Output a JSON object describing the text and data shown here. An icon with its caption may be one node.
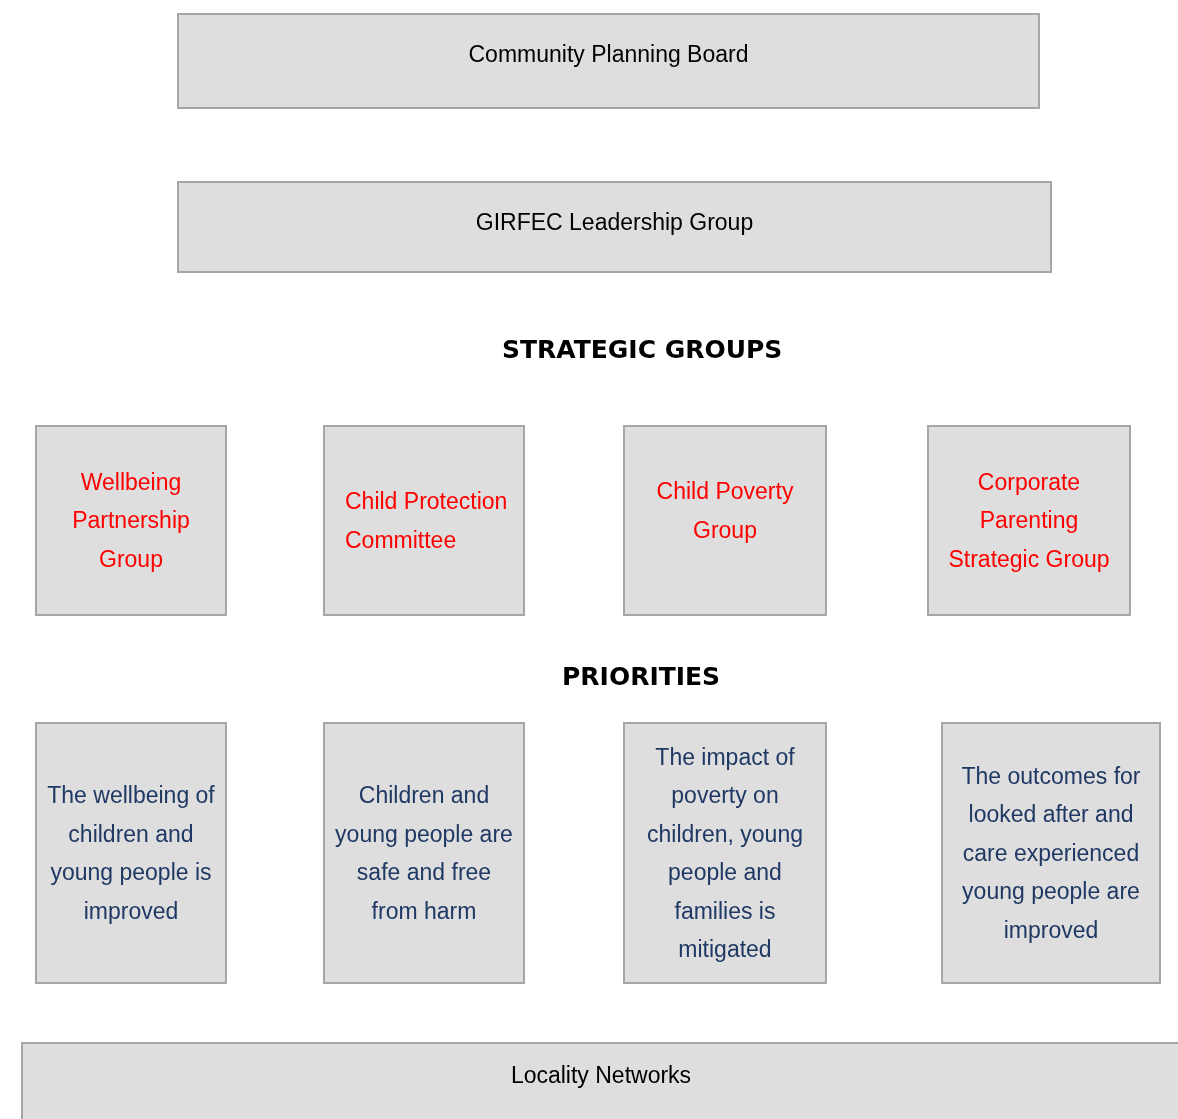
{
  "diagram": {
    "nodes": [
      {
        "text": [
          "Community Planning Board"
        ]
      },
      {
        "text": [
          "GIRFEC Leadership Group"
        ]
      },
      {
        "text": [
          "Wellbeing Partnership Group"
        ]
      },
      {
        "text": [
          "Child Protection Committee"
        ]
      },
      {
        "text": [
          "Child Poverty Group"
        ]
      },
      {
        "text": [
          "Corporate Parenting Strategic Group"
        ]
      },
      {
        "text": [
          "The wellbeing of children and young people is improved"
        ]
      },
      {
        "text": [
          "Children and young people are safe and free from harm"
        ]
      },
      {
        "text": [
          "The impact of poverty on children, young people and families is mitigated"
        ]
      },
      {
        "text": [
          "The outcomes for looked after and care experienced young people are improved"
        ]
      },
      {
        "text": [
          "Locality Networks"
        ]
      }
    ],
    "edges": [],
    "labels": [
      "STRATEGIC GROUPS",
      "PRIORITIES"
    ]
  }
}
